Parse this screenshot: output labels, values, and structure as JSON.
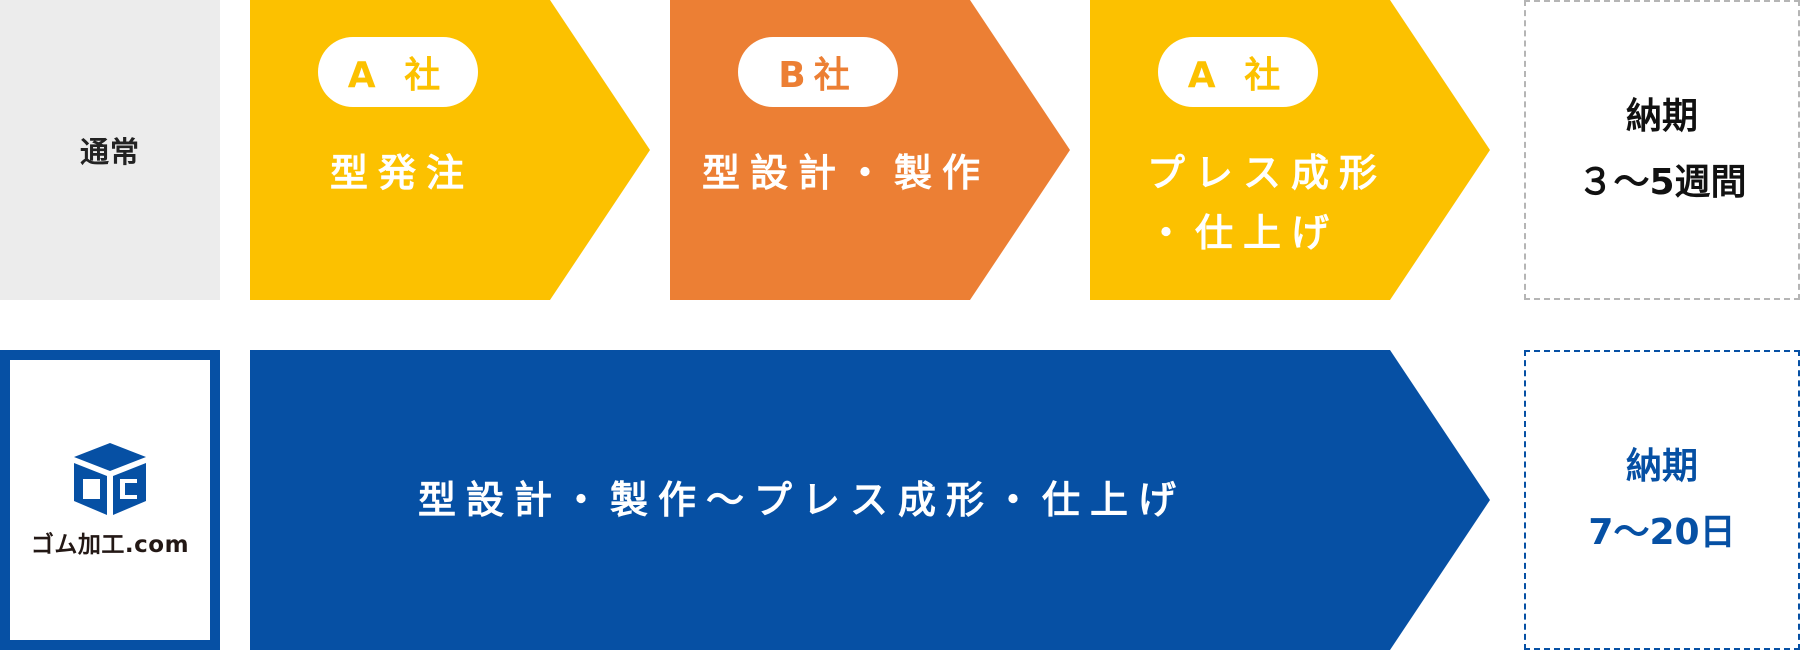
{
  "row_normal": {
    "label": "通常",
    "steps": [
      {
        "company": "A 社",
        "lines": [
          "型発注"
        ],
        "color": "#fcc100"
      },
      {
        "company": "B社",
        "lines": [
          "型設計・製作"
        ],
        "color": "#ec7f34"
      },
      {
        "company": "A 社",
        "lines": [
          "プレス成形",
          "・仕上げ"
        ],
        "color": "#fcc100"
      }
    ],
    "result": {
      "line1": "納期",
      "line2": "３～5週間"
    }
  },
  "row_gomu": {
    "logo_text": "ゴム加工.com",
    "step": {
      "text": "型設計・製作～プレス成形・仕上げ",
      "color": "#0650a4"
    },
    "result": {
      "line1": "納期",
      "line2": "7～20日",
      "color": "#0650a4"
    }
  },
  "icons": {
    "logo": "box-logo-icon"
  }
}
